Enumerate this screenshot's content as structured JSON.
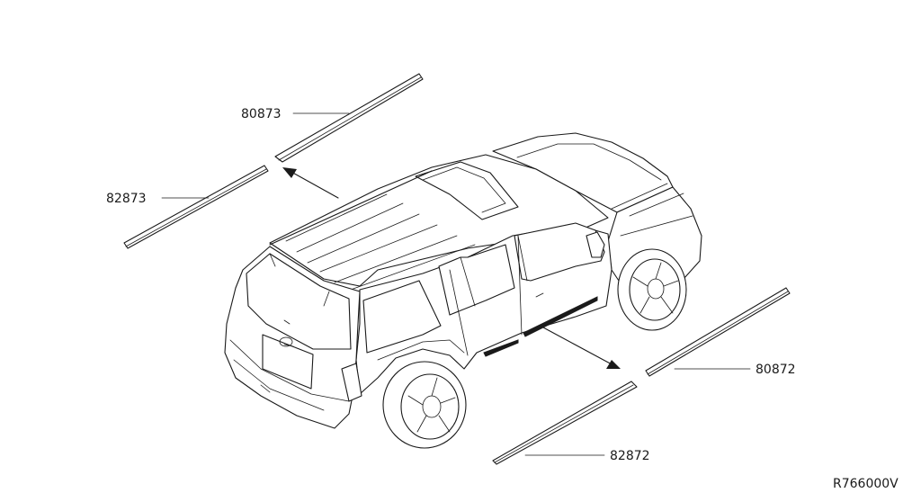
{
  "parts": [
    {
      "id": "80873",
      "label": "80873"
    },
    {
      "id": "82873",
      "label": "82873"
    },
    {
      "id": "80872",
      "label": "80872"
    },
    {
      "id": "82872",
      "label": "82872"
    }
  ],
  "reference_code": "R766000V"
}
